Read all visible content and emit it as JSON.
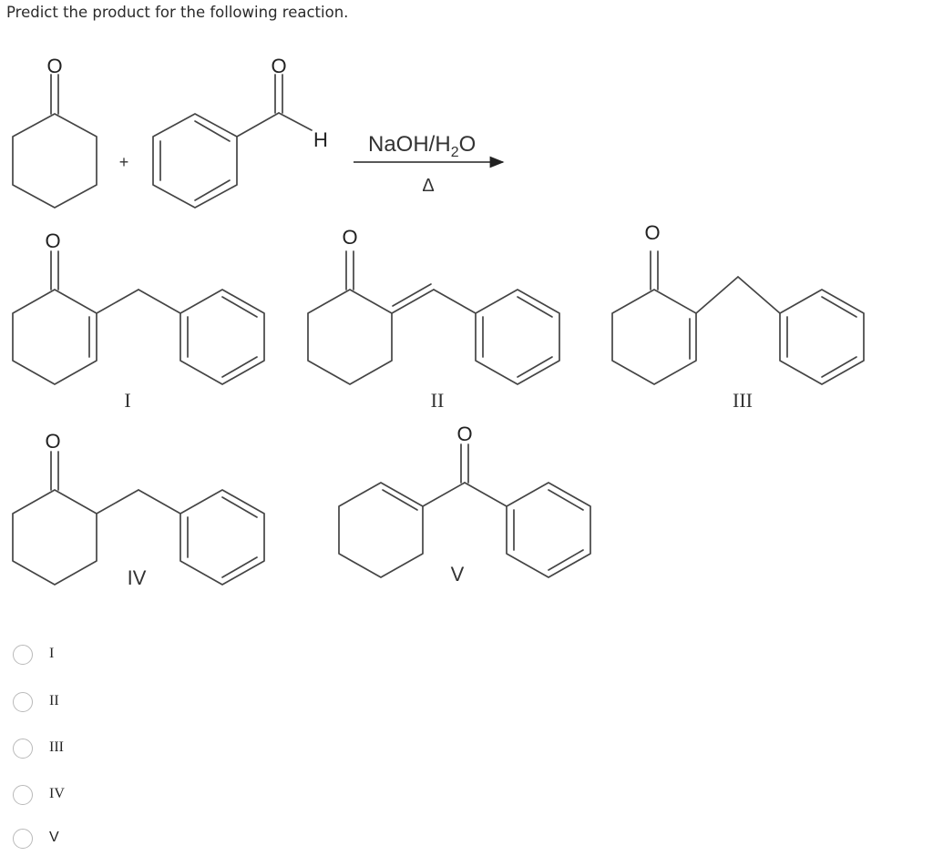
{
  "question": "Predict the product for the following reaction.",
  "reaction": {
    "plus": "+",
    "aldehyde_h": "H",
    "oxygen": "O",
    "reagent_main": "NaOH/H",
    "reagent_sub": "2",
    "reagent_tail": "O",
    "condition": "Δ"
  },
  "structure_labels": [
    "I",
    "II",
    "III",
    "IV",
    "V"
  ],
  "choices": [
    {
      "label": "I"
    },
    {
      "label": "II"
    },
    {
      "label": "III"
    },
    {
      "label": "IV"
    },
    {
      "label": "V"
    }
  ]
}
